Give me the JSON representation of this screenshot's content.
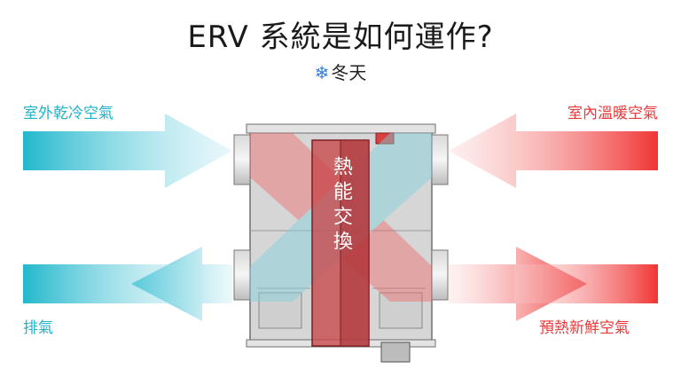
{
  "title": "ERV 系統是如何運作?",
  "season": {
    "icon": "snowflake-icon",
    "label": "冬天"
  },
  "labels": {
    "outdoor_cold_air": "室外乾冷空氣",
    "indoor_warm_air": "室內溫暖空氣",
    "exhaust_air": "排氣",
    "preheated_fresh_air": "預熱新鮮空氣"
  },
  "core_label": "熱能交換",
  "colors": {
    "cold": "#21b3c8",
    "warm": "#ef3535",
    "core": "#c8464a"
  }
}
